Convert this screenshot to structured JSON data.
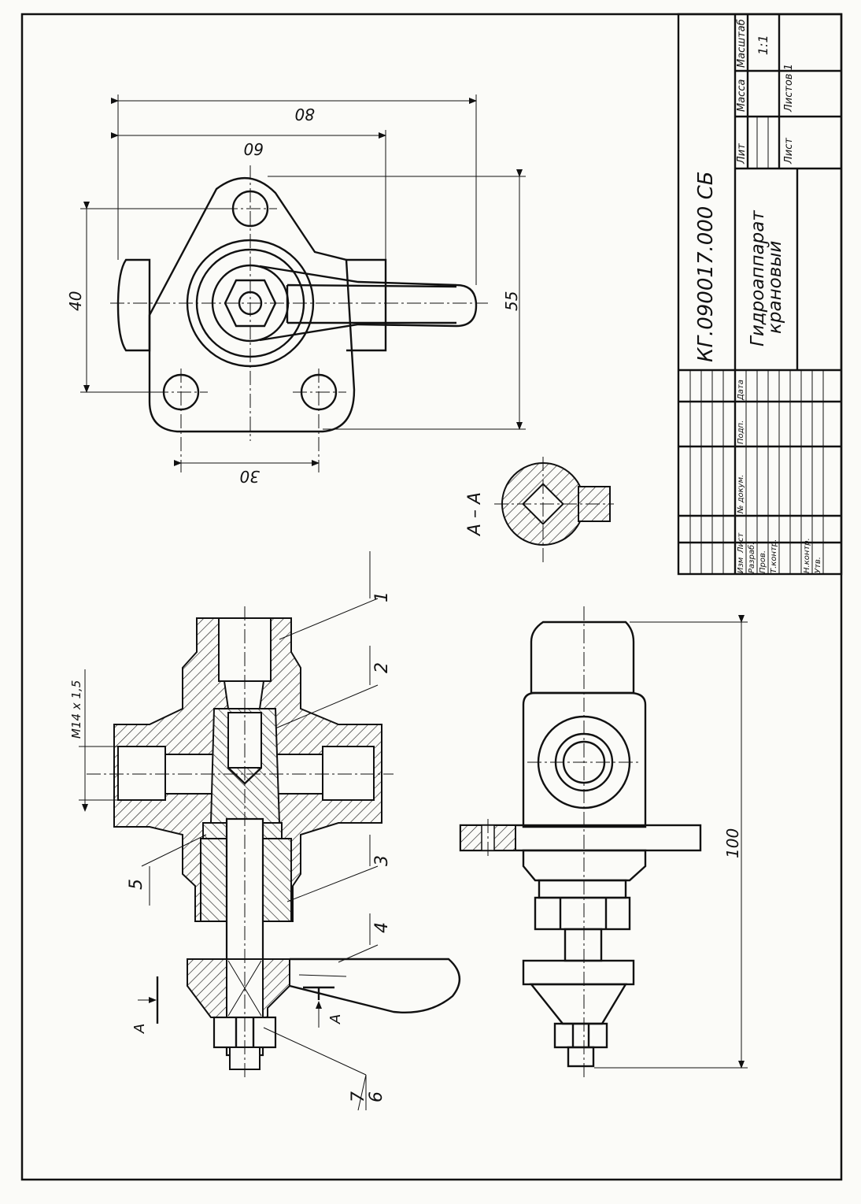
{
  "drawing": {
    "designation": "КГ.090017.000 СБ",
    "title_line1": "Гидроаппарат",
    "title_line2": "крановый",
    "scale_value": "1:1",
    "sheets_label": "Листов 1",
    "section_label": "А – А",
    "cut_label": "А"
  },
  "title_block": {
    "col_lit": "Лит",
    "col_mass": "Масса",
    "col_scale": "Масштаб",
    "col_sheet": "Лист",
    "col_sheets": "Листов 1",
    "row_header": [
      "Изм",
      "Лист",
      "№ докум.",
      "Подп.",
      "Дата"
    ],
    "roles": [
      "Разраб.",
      "Пров.",
      "Т.контр.",
      "Н.контр.",
      "Утв."
    ]
  },
  "dimensions": {
    "d80": "80",
    "d60": "60",
    "d40": "40",
    "d55": "55",
    "d30": "30",
    "d100": "100",
    "thread": "M14 x 1,5"
  },
  "callouts": [
    "1",
    "2",
    "3",
    "4",
    "5",
    "6",
    "7"
  ]
}
